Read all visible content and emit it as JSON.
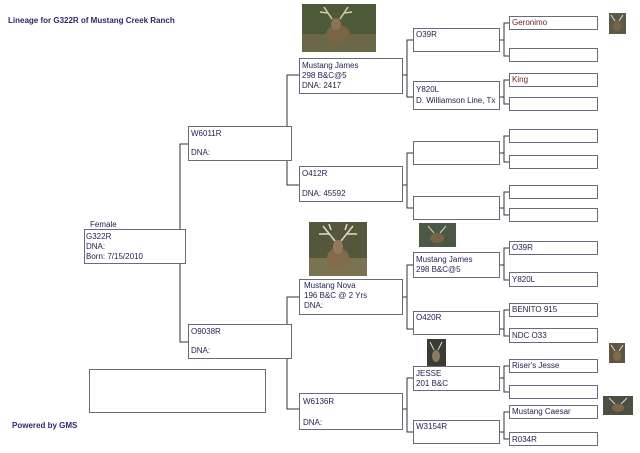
{
  "title": "Lineage for G322R of Mustang Creek Ranch",
  "footer": "Powered by GMS",
  "subject": {
    "sex": "Female",
    "name": "G322R",
    "dna": "DNA:",
    "born": "Born: 7/15/2010"
  },
  "sire": {
    "name": "W6011R",
    "dna": "DNA:"
  },
  "dam": {
    "name": "O9038R",
    "dna": "DNA:"
  },
  "sire_sire": {
    "name": "Mustang James",
    "line2": "298 B&C@5",
    "dna": "DNA: 2417"
  },
  "sire_dam": {
    "name": "O412R",
    "dna": "DNA: 45592"
  },
  "dam_sire": {
    "name": "Mustang Nova",
    "line2": "196 B&C @ 2 Yrs",
    "dna": "DNA:"
  },
  "dam_dam": {
    "name": "W6136R",
    "dna": "DNA:"
  },
  "gen3": {
    "o39r": "O39R",
    "y820l": {
      "name": "Y820L",
      "line2": "D. Williamson Line, Tx"
    },
    "mustang_james": {
      "name": "Mustang James",
      "line2": "298 B&C@5"
    },
    "o420r": "O420R",
    "jesse": {
      "name": "JESSE",
      "line2": "201 B&C"
    },
    "w3154r": "W3154R"
  },
  "gen4": {
    "geronimo": "Geronimo",
    "king": "King",
    "o39r": "O39R",
    "y820l": "Y820L",
    "benito": "BENITO 915",
    "ndc": "NDC O33",
    "risers_jesse": "Riser's Jesse",
    "mustang_caesar": "Mustang Caesar",
    "r034r": "R034R"
  }
}
